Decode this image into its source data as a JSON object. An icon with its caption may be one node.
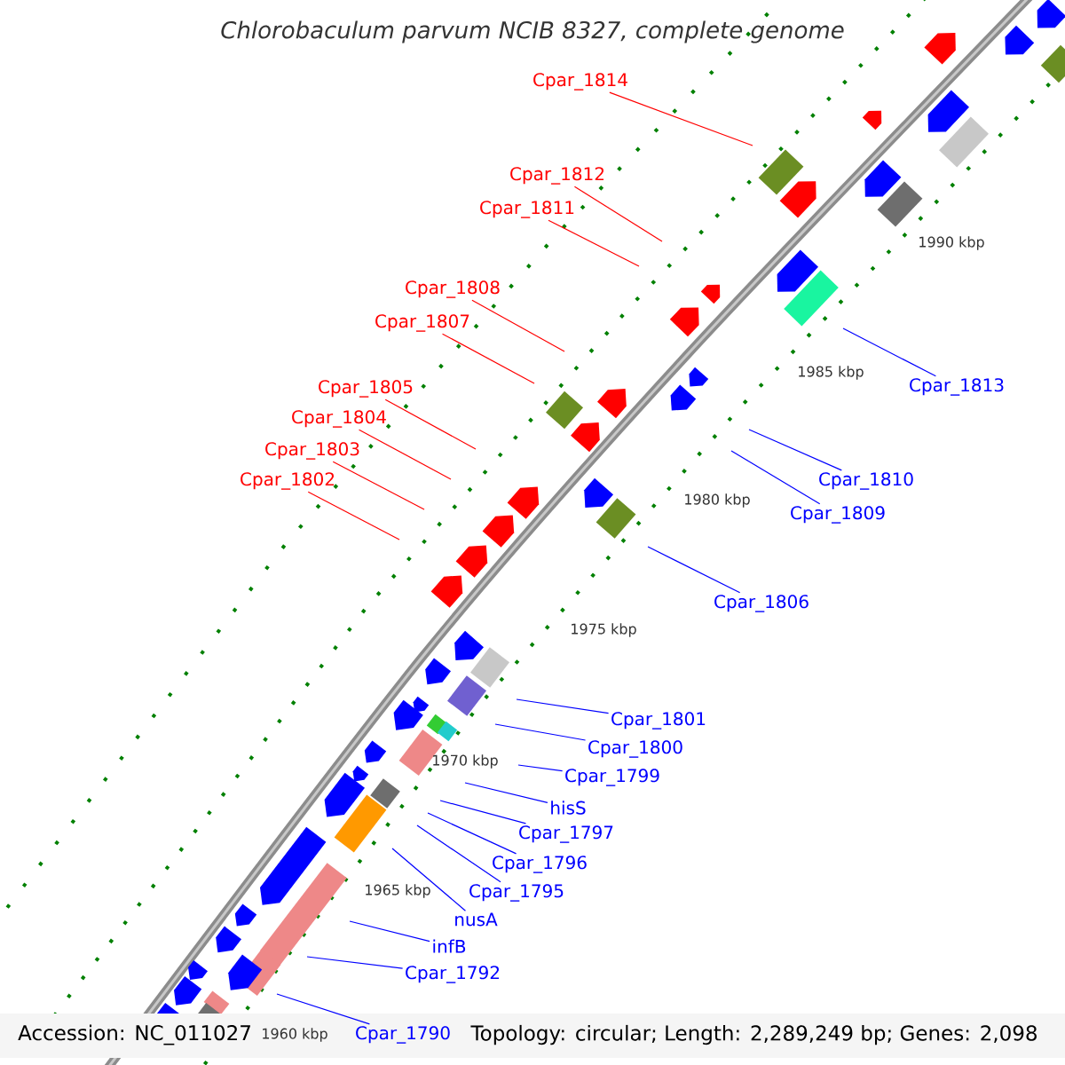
{
  "diagram": {
    "title": "Chlorobaculum parvum NCIB 8327, complete genome",
    "nodes": [
      {
        "text": [
          "Cpar_1814"
        ]
      },
      {
        "text": [
          "Cpar_1812"
        ]
      },
      {
        "text": [
          "Cpar_1811"
        ]
      },
      {
        "text": [
          "Cpar_1808"
        ]
      },
      {
        "text": [
          "Cpar_1807"
        ]
      },
      {
        "text": [
          "Cpar_1813"
        ]
      },
      {
        "text": [
          "Cpar_1805"
        ]
      },
      {
        "text": [
          "Cpar_1804"
        ]
      },
      {
        "text": [
          "Cpar_1803"
        ]
      },
      {
        "text": [
          "Cpar_1802"
        ]
      },
      {
        "text": [
          "Cpar_1810"
        ]
      },
      {
        "text": [
          "Cpar_1809"
        ]
      },
      {
        "text": [
          "Cpar_1806"
        ]
      },
      {
        "text": [
          "Cpar_1801"
        ]
      },
      {
        "text": [
          "Cpar_1800"
        ]
      },
      {
        "text": [
          "Cpar_1799"
        ]
      },
      {
        "text": [
          "hisS"
        ]
      },
      {
        "text": [
          "Cpar_1797"
        ]
      },
      {
        "text": [
          "Cpar_1796"
        ]
      },
      {
        "text": [
          "Cpar_1795"
        ]
      },
      {
        "text": [
          "nusA"
        ]
      },
      {
        "text": [
          "infB"
        ]
      },
      {
        "text": [
          "Cpar_1792"
        ]
      },
      {
        "text": [
          "Cpar_1790"
        ]
      }
    ],
    "edges": [
      {
        "from": 0,
        "to": null,
        "arrow": "none",
        "color": "#ff0000"
      },
      {
        "from": 1,
        "to": null,
        "arrow": "none",
        "color": "#ff0000"
      },
      {
        "from": 2,
        "to": null,
        "arrow": "none",
        "color": "#ff0000"
      },
      {
        "from": 3,
        "to": null,
        "arrow": "none",
        "color": "#ff0000"
      },
      {
        "from": 4,
        "to": null,
        "arrow": "none",
        "color": "#ff0000"
      },
      {
        "from": 5,
        "to": null,
        "arrow": "none"
      },
      {
        "from": 6,
        "to": null,
        "arrow": "none",
        "color": "#ff0000"
      },
      {
        "from": 7,
        "to": null,
        "arrow": "none",
        "color": "#ff0000"
      },
      {
        "from": 8,
        "to": null,
        "arrow": "none",
        "color": "#ff0000"
      },
      {
        "from": 9,
        "to": null,
        "arrow": "none",
        "color": "#ff0000"
      },
      {
        "from": 10,
        "to": null,
        "arrow": "none"
      },
      {
        "from": 11,
        "to": null,
        "arrow": "none"
      },
      {
        "from": 12,
        "to": null,
        "arrow": "none"
      },
      {
        "from": 13,
        "to": null,
        "arrow": "none"
      },
      {
        "from": 14,
        "to": null,
        "arrow": "none"
      },
      {
        "from": 15,
        "to": null,
        "arrow": "none"
      },
      {
        "from": 16,
        "to": null,
        "arrow": "none"
      },
      {
        "from": 17,
        "to": null,
        "arrow": "none"
      },
      {
        "from": 18,
        "to": null,
        "arrow": "none"
      },
      {
        "from": 19,
        "to": null,
        "arrow": "none"
      },
      {
        "from": 20,
        "to": null,
        "arrow": "none"
      },
      {
        "from": 21,
        "to": null,
        "arrow": "none"
      },
      {
        "from": 22,
        "to": null,
        "arrow": "none"
      },
      {
        "from": 23,
        "to": null,
        "arrow": "none"
      }
    ],
    "labels": [
      "1990 kbp",
      "1985 kbp",
      "1980 kbp",
      "1975 kbp",
      "1970 kbp",
      "1965 kbp",
      "1960 kbp",
      "Accession: NC_011027",
      "Topology: circular; Length: 2,289,249 bp; Genes: 2,098"
    ]
  }
}
